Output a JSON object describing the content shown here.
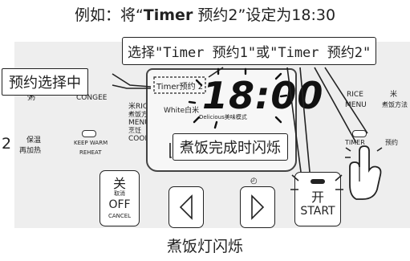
{
  "title": {
    "prefix": "例如：将“",
    "bold": "Timer",
    "suffix": " 预约2”设定为18:30"
  },
  "caption": "煮饭灯闪烁",
  "callouts": {
    "top": "选择\"Timer 预约1\"或\"Timer 预约2\"",
    "left": "预约选择中",
    "center": "煮饭完成时闪烁"
  },
  "lcd": {
    "timer_label": "Timer预约 2",
    "time": "18:00",
    "white": "White白米",
    "delicious": "Delicious美味模式"
  },
  "left_panel": {
    "zhou": "粥",
    "congee": "CONGEE",
    "baowen1": "保温",
    "baowen2": "再加热",
    "keepwarm": "KEEP WARM",
    "reheat": "REHEAT",
    "menu_lines": [
      "米RICE",
      "煮饭方法",
      "MENU",
      "烹饪",
      "COOK"
    ]
  },
  "right_panel": {
    "rice": "RICE",
    "menu": "MENU",
    "mi": "米",
    "zhufan": "煮饭方法",
    "timer": "TIMER",
    "yuyue": "预约"
  },
  "buttons": {
    "off_top": "关",
    "off_sub": "取消",
    "off": "OFF",
    "cancel": "CANCEL",
    "start_top": "开",
    "start": "START"
  },
  "step_number": "2"
}
